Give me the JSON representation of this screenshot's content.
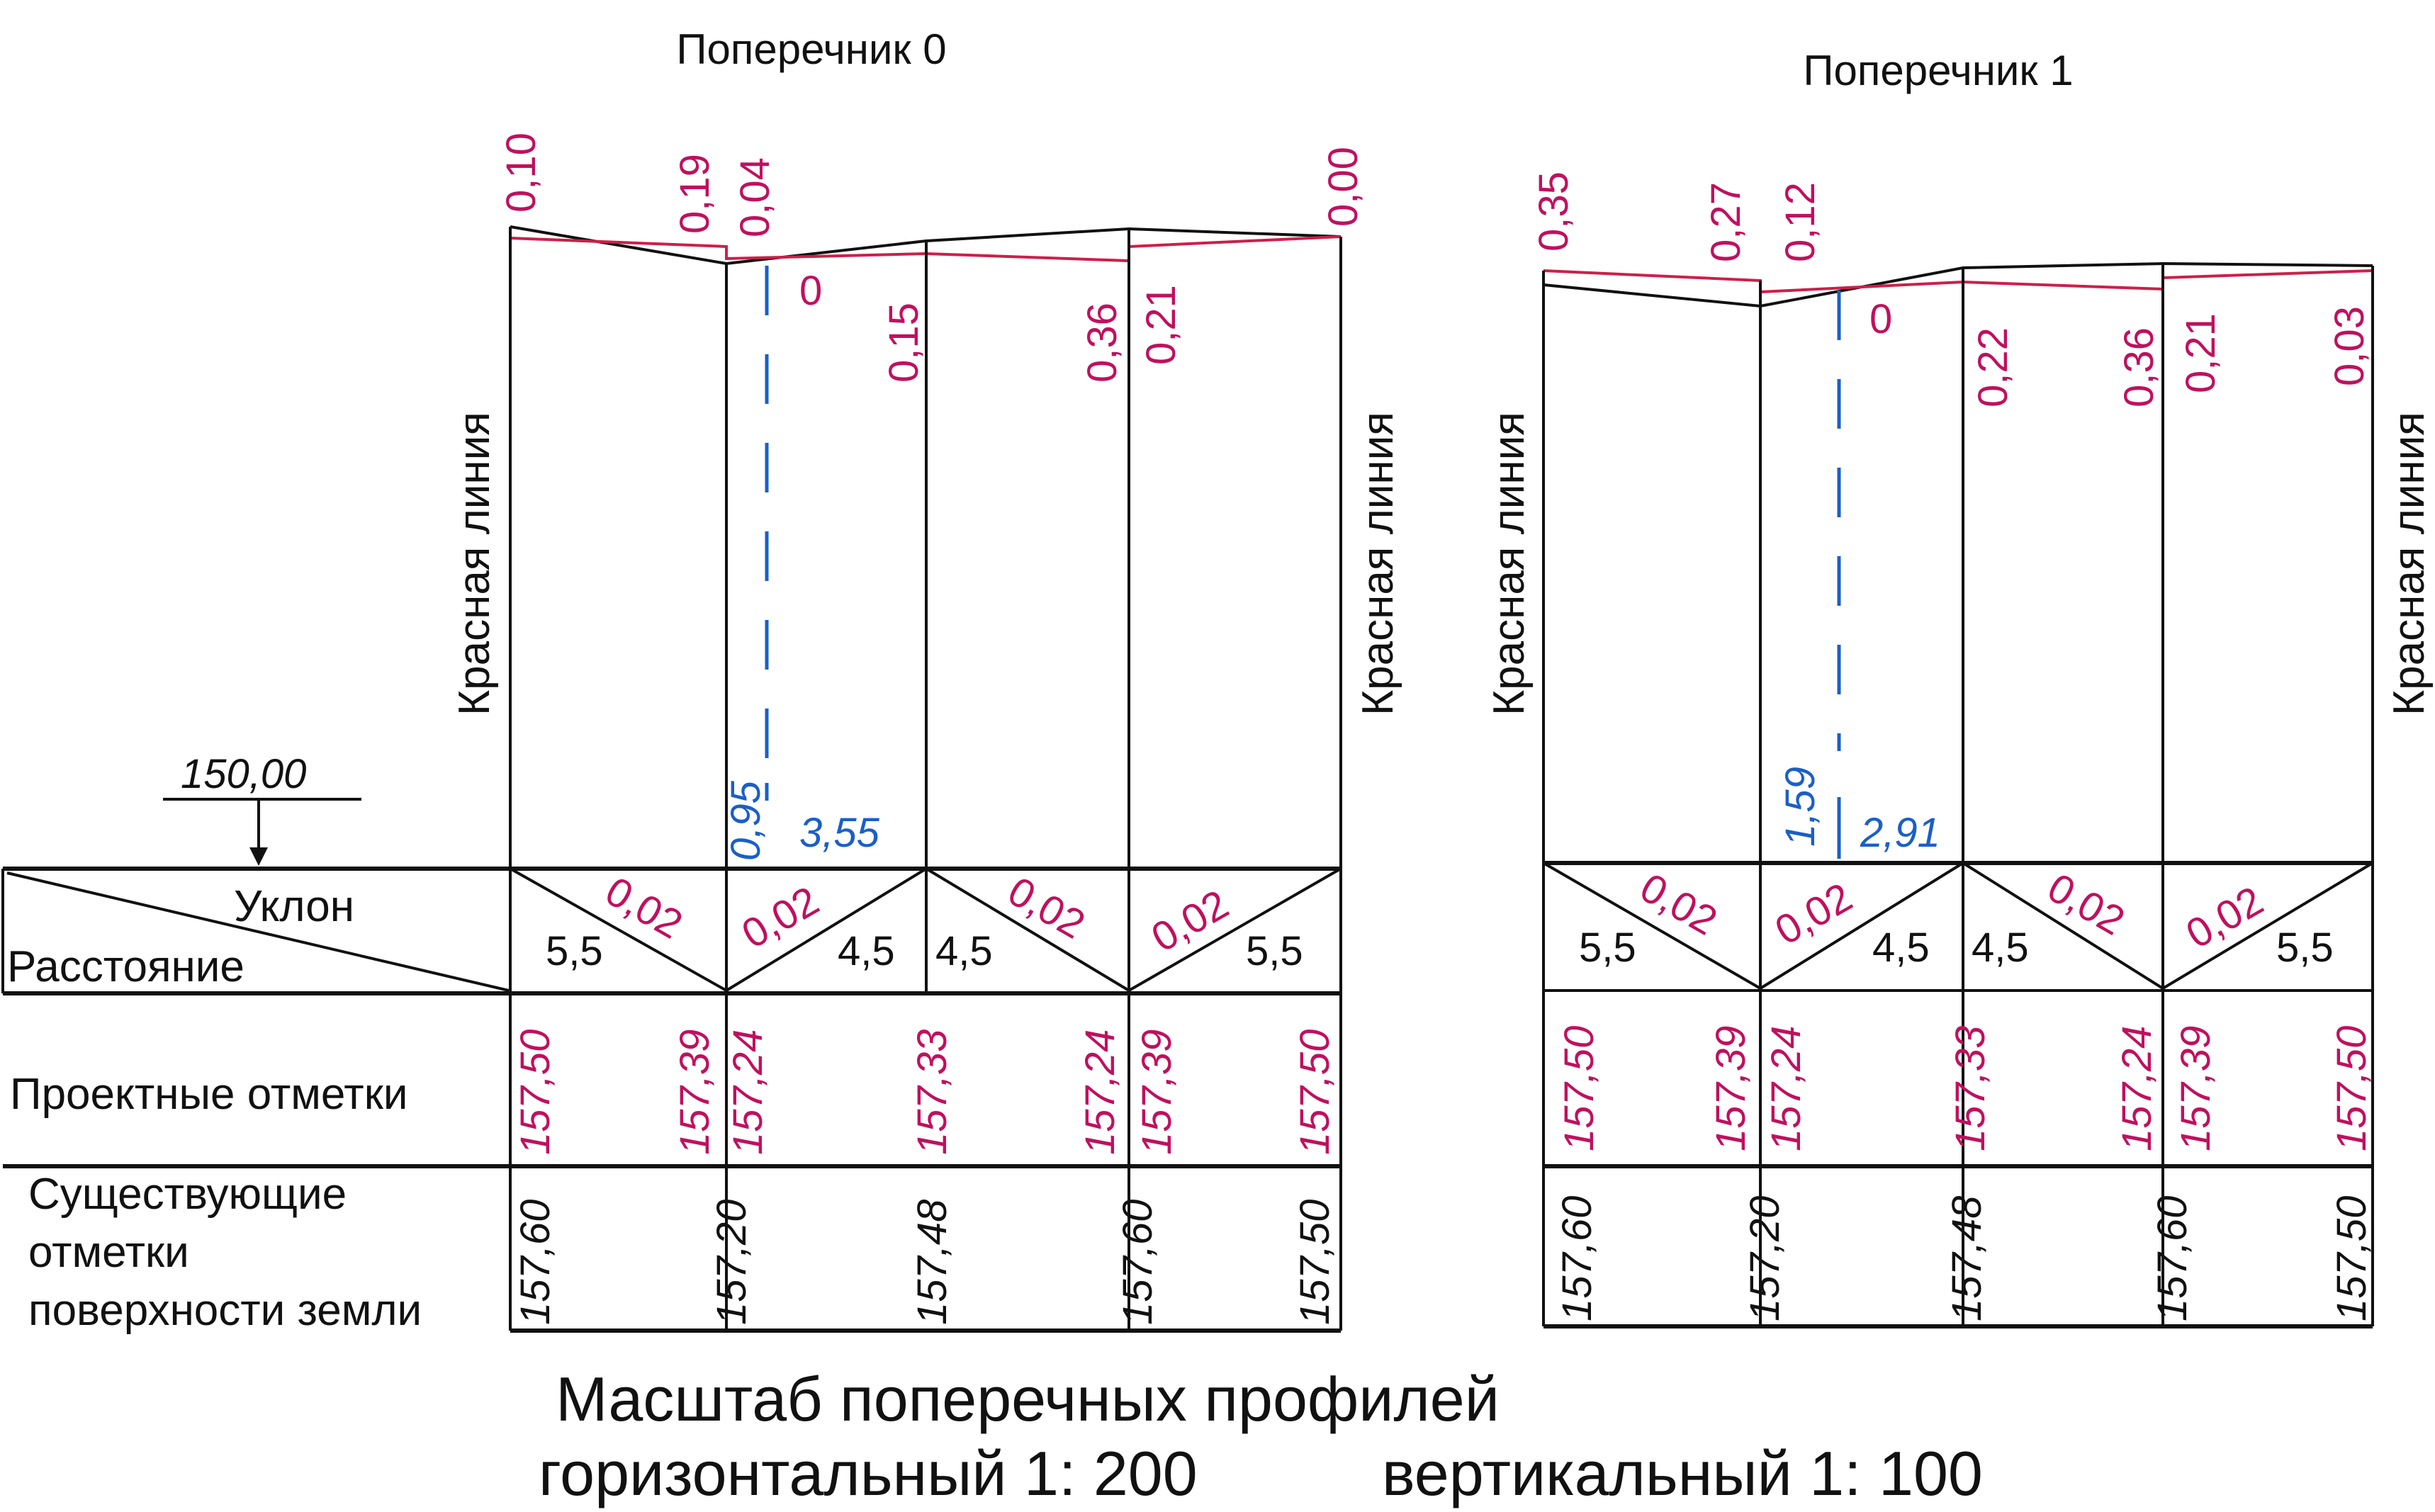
{
  "colors": {
    "design": "#c0105e",
    "design_line": "#cc1f4a",
    "axis": "#1a5fc8",
    "ink": "#111111"
  },
  "datum": "150,00",
  "row_labels": {
    "slope": "Уклон",
    "distance": "Расстояние",
    "design": "Проектные отметки",
    "existing_1": "Существующие",
    "existing_2": "отметки",
    "existing_3": "поверхности земли"
  },
  "red_line_label": "Красная линия",
  "scale": {
    "title": "Масштаб поперечных профилей",
    "horizontal": "горизонтальный 1: 200",
    "vertical": "вертикальный 1: 100"
  },
  "profiles": [
    {
      "title": "Поперечник 0",
      "diffs": [
        "0,10",
        "0,19",
        "0,04",
        "0",
        "0,15",
        "0,36",
        "0,21",
        "0,00"
      ],
      "axis_left": "0,95",
      "axis_right": "3,55",
      "slopes": [
        "0,02",
        "0,02",
        "0,02",
        "0,02"
      ],
      "distances": [
        "5,5",
        "4,5",
        "4,5",
        "5,5"
      ],
      "design": [
        "157,50",
        "157,39",
        "157,24",
        "157,33",
        "157,24",
        "157,39",
        "157,50"
      ],
      "existing": [
        "157,60",
        "157,20",
        "157,48",
        "157,60",
        "157,50"
      ]
    },
    {
      "title": "Поперечник 1",
      "diffs": [
        "0,35",
        "0,27",
        "0,12",
        "0",
        "0,22",
        "0,36",
        "0,21",
        "0,03"
      ],
      "axis_left": "1,59",
      "axis_right": "2,91",
      "slopes": [
        "0,02",
        "0,02",
        "0,02",
        "0,02"
      ],
      "distances": [
        "5,5",
        "4,5",
        "4,5",
        "5,5"
      ],
      "design": [
        "157,50",
        "157,39",
        "157,24",
        "157,33",
        "157,24",
        "157,39",
        "157,50"
      ],
      "existing": [
        "157,60",
        "157,20",
        "157,48",
        "157,60",
        "157,50"
      ]
    }
  ]
}
